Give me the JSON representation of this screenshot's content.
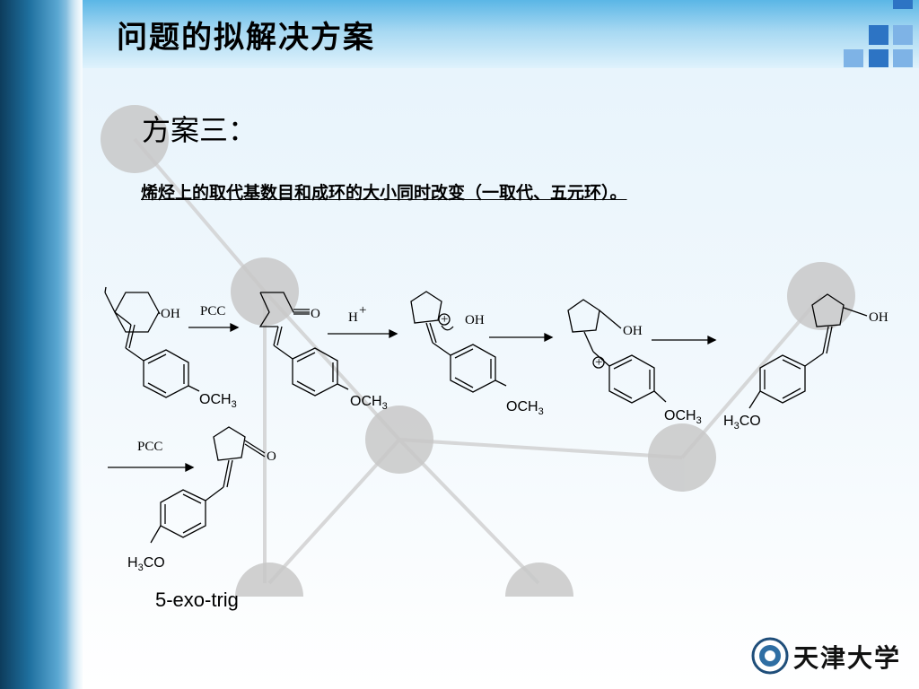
{
  "slide": {
    "title": "问题的拟解决方案",
    "subtitle": "方案三：",
    "description": "烯烃上的取代基数目和成环的大小同时改变（一取代、五元环）。",
    "caption": "5-exo-trig"
  },
  "scheme": {
    "labels": {
      "oh": "OH",
      "o": "O",
      "pcc": "PCC",
      "h": "H",
      "h_sup": "+",
      "och3_main": "OCH",
      "h3co_main": "H",
      "ch3_sub": "3",
      "co_tail": "CO",
      "plus": "+"
    }
  },
  "logo": {
    "text": "天津大学"
  },
  "colors": {
    "brand_blue": "#2d74c4",
    "light_blue": "#7eb3e6",
    "bond": "#000000"
  }
}
